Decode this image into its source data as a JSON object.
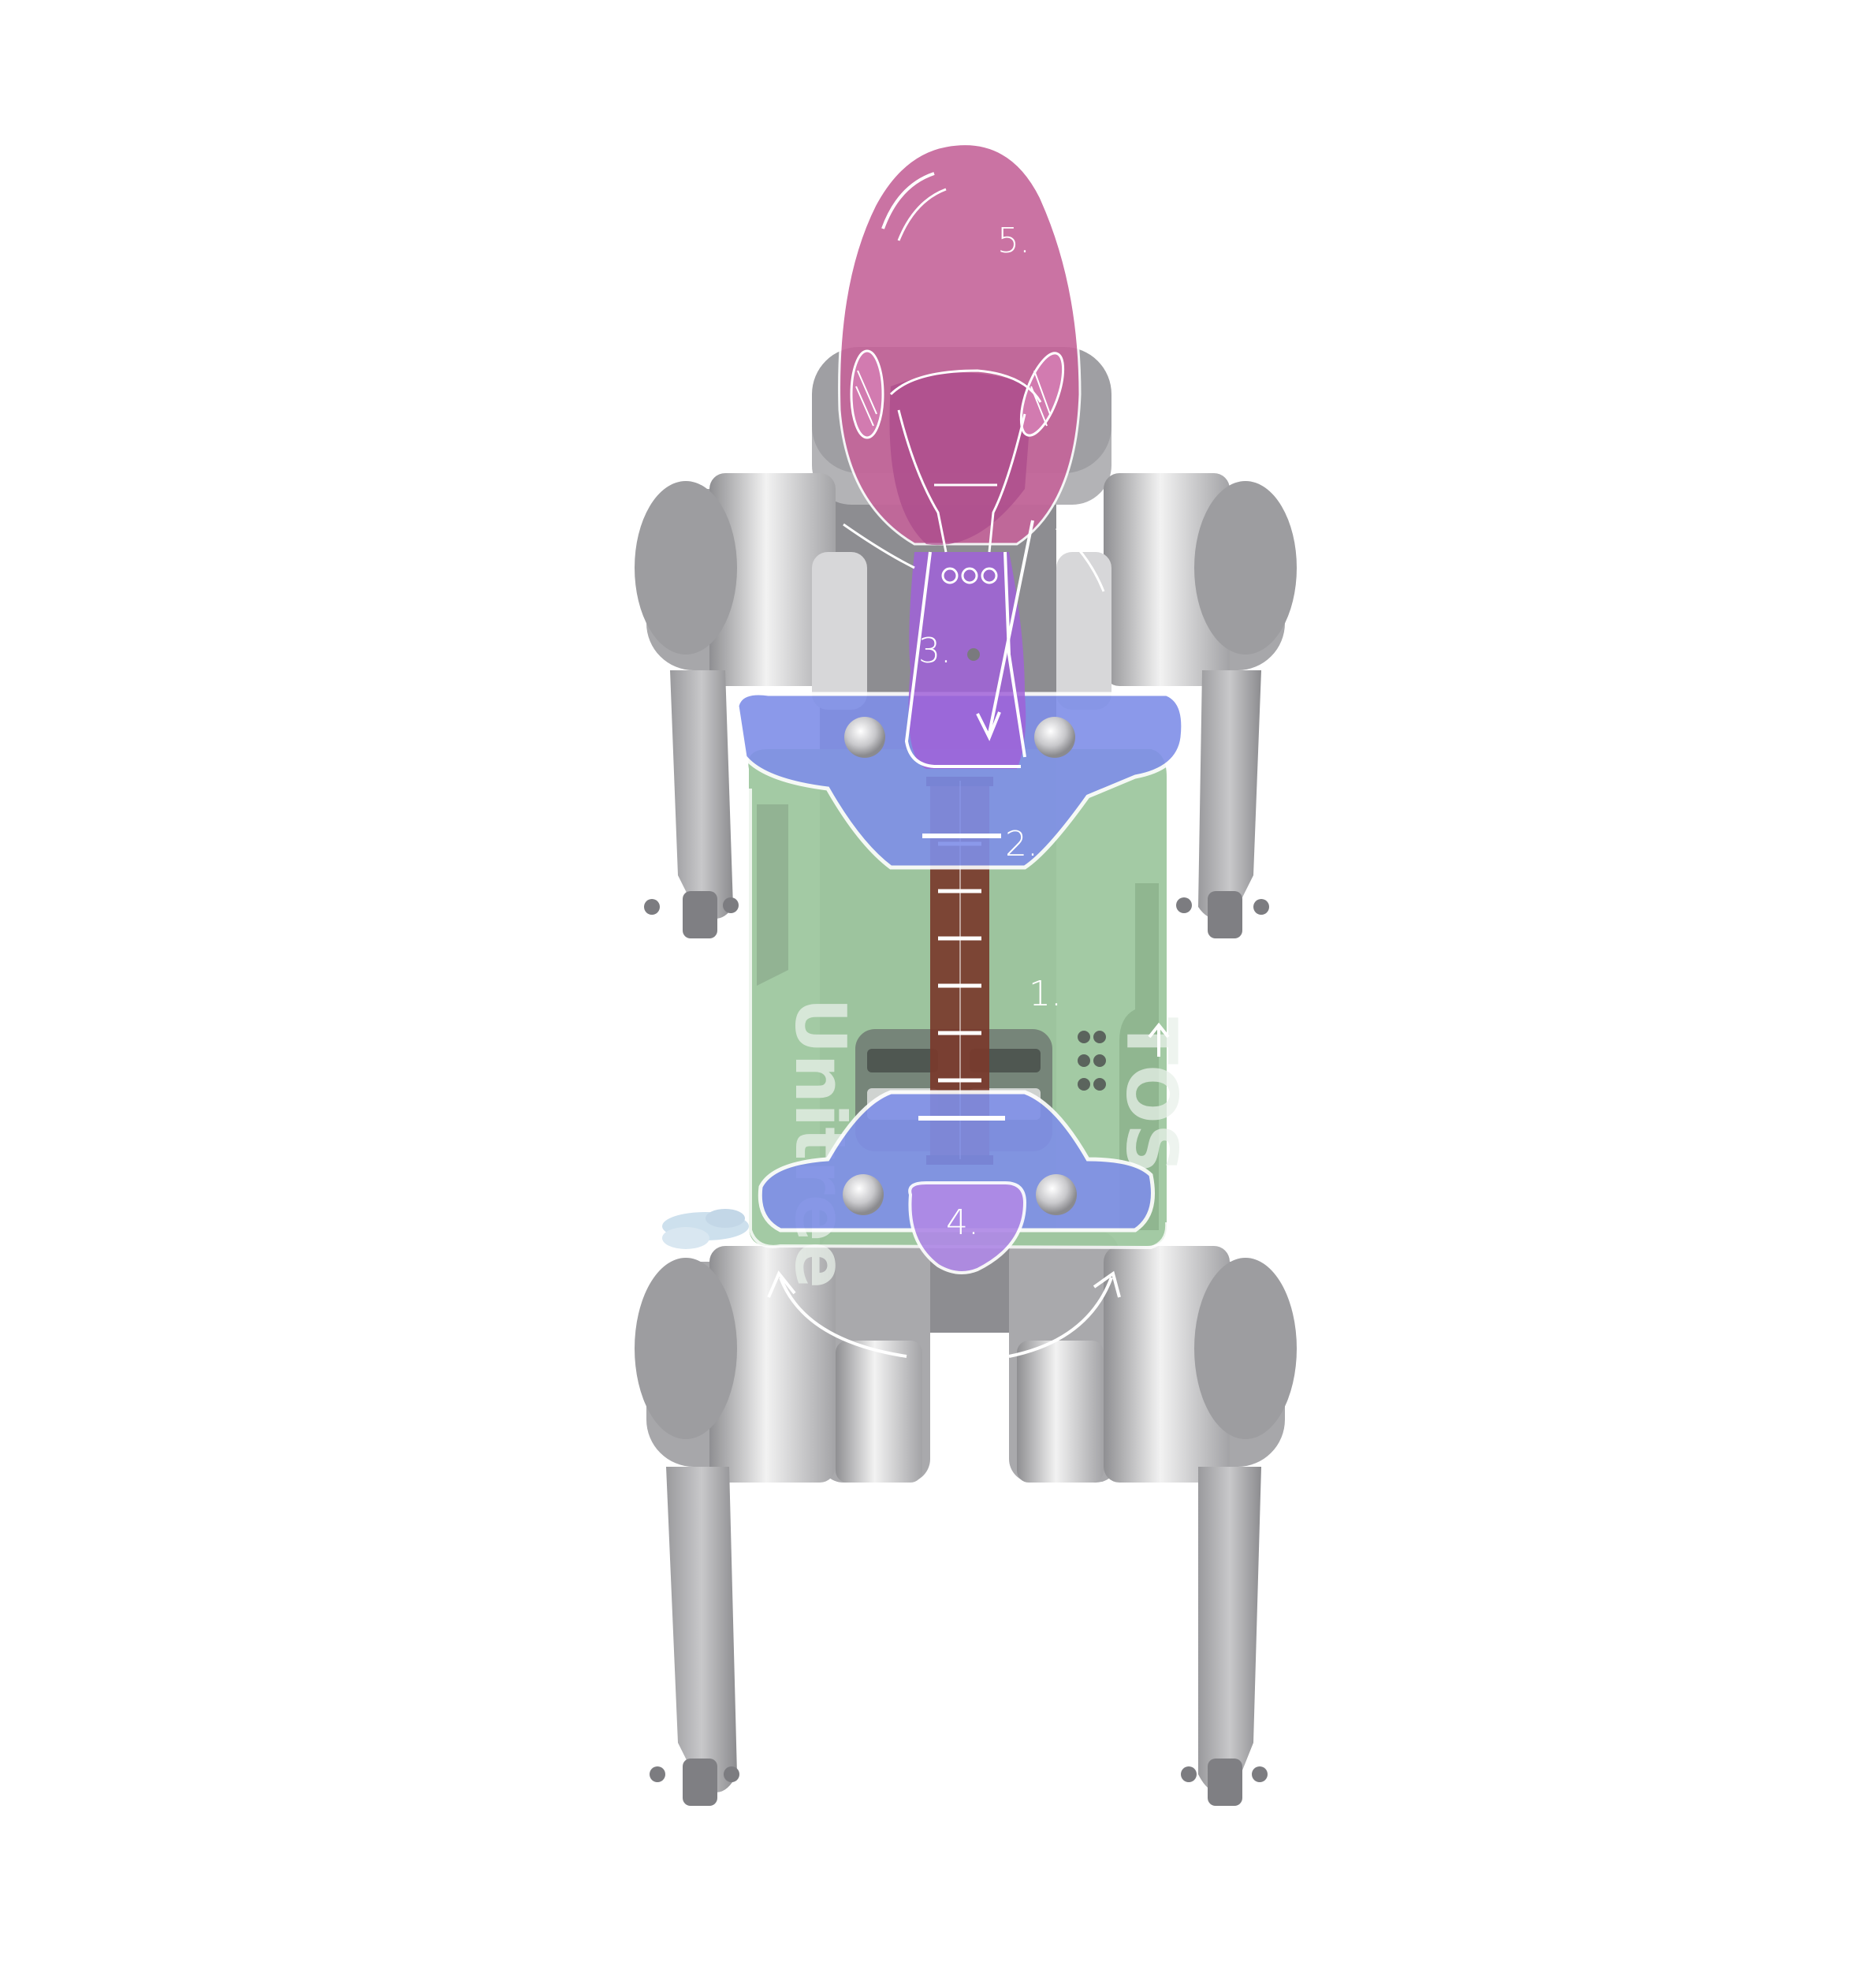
{
  "diagram": {
    "labels": [
      {
        "id": "1",
        "text": "1."
      },
      {
        "id": "2",
        "text": "2."
      },
      {
        "id": "3",
        "text": "3."
      },
      {
        "id": "4",
        "text": "4."
      },
      {
        "id": "5",
        "text": "5."
      }
    ],
    "body_brand_text": "Unitree",
    "body_side_text": "TOS",
    "colors": {
      "robot_gray": "#a9a9ab",
      "robot_silver": "#dcdcdc",
      "body_green": "#9ec79f",
      "plate_blue": "#7f8fe8",
      "spine_brown": "#7a3a2c",
      "head_pink": "#c5649a",
      "neck_purple": "#a062d8",
      "tail_purple": "#b08ae6",
      "sketch_white": "#ffffff"
    }
  }
}
